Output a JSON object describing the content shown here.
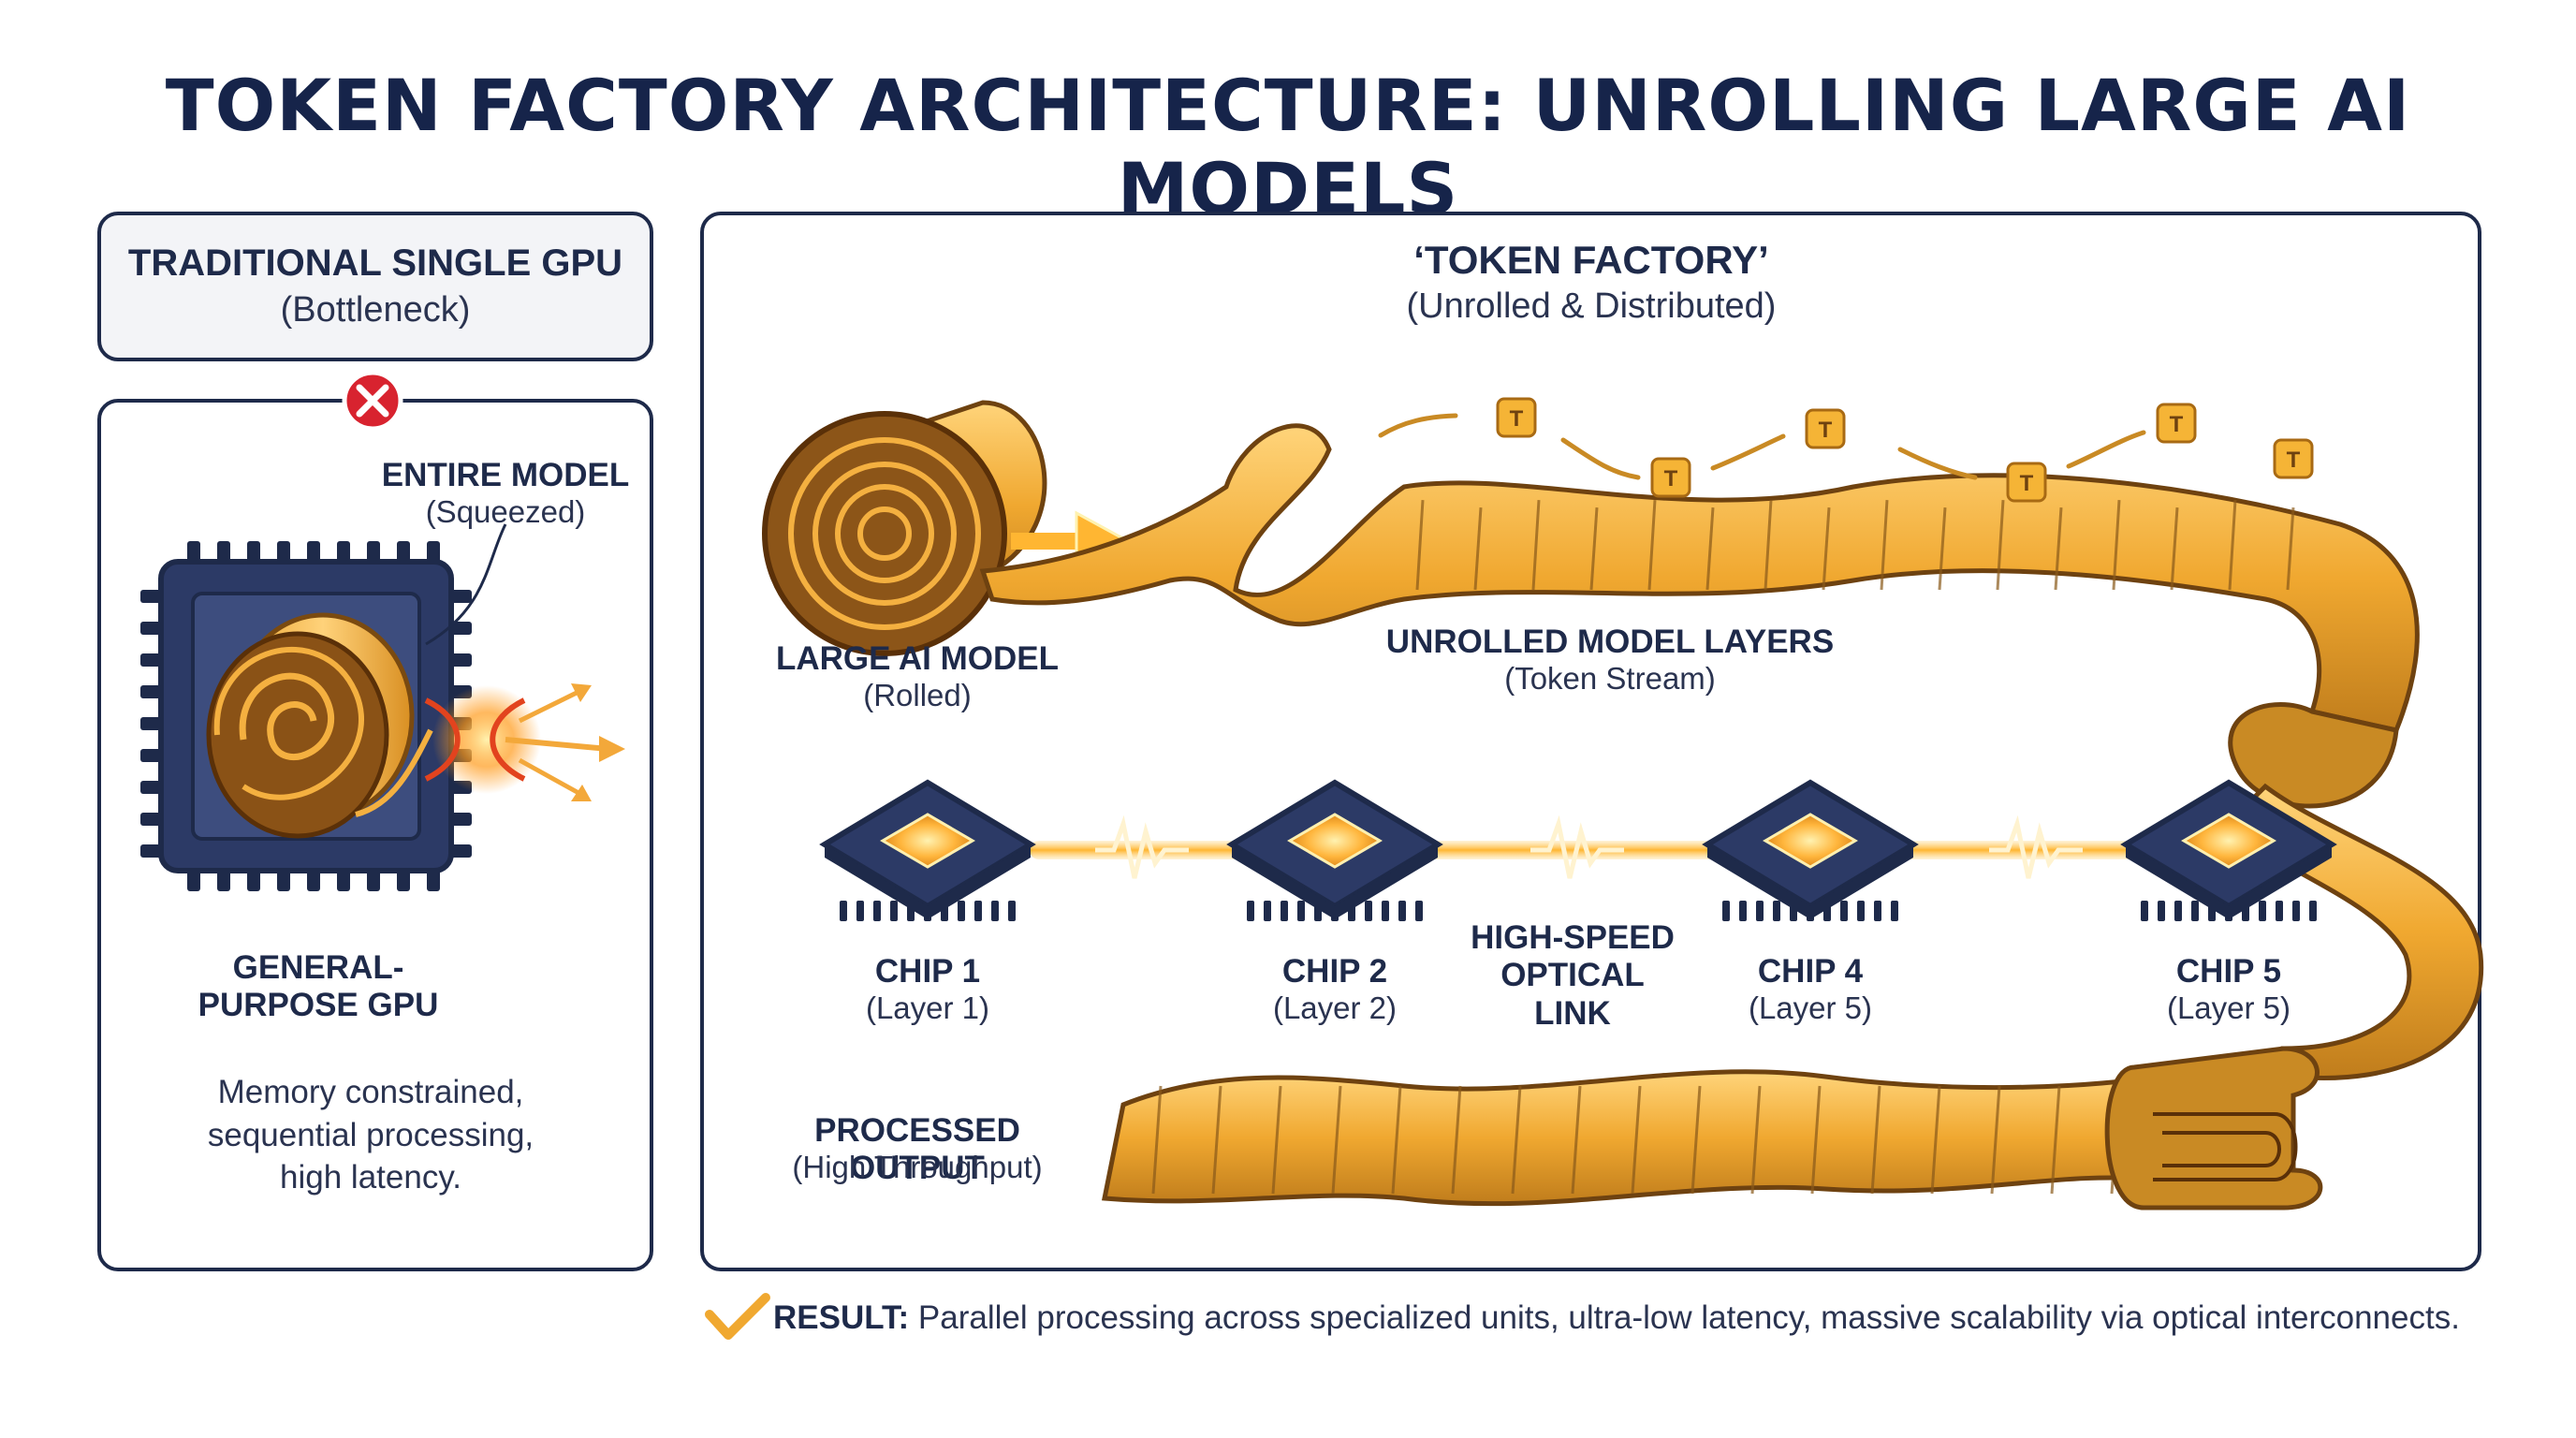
{
  "title": "TOKEN FACTORY ARCHITECTURE: UNROLLING LARGE AI MODELS",
  "left": {
    "header_title": "TRADITIONAL SINGLE GPU",
    "header_sub": "(Bottleneck)",
    "model_label": "ENTIRE MODEL",
    "model_sub": "(Squeezed)",
    "gpu_label": "GENERAL-PURPOSE GPU",
    "description": "Memory constrained, sequential processing, high latency."
  },
  "right": {
    "header_title": "‘TOKEN FACTORY’",
    "header_sub": "(Unrolled & Distributed)",
    "model_label": "LARGE AI MODEL",
    "model_sub": "(Rolled)",
    "stream_label": "UNROLLED MODEL LAYERS",
    "stream_sub": "(Token Stream)",
    "link_label": "HIGH-SPEED OPTICAL LINK",
    "output_label": "PROCESSED OUTPUT",
    "output_sub": "(High Throughput)",
    "token_letter": "T",
    "chips": [
      {
        "name": "CHIP 1",
        "layer": "(Layer 1)"
      },
      {
        "name": "CHIP 2",
        "layer": "(Layer 2)"
      },
      {
        "name": "CHIP 4",
        "layer": "(Layer 5)"
      },
      {
        "name": "CHIP 5",
        "layer": "(Layer 5)"
      }
    ]
  },
  "result": {
    "label": "RESULT:",
    "text": "Parallel processing across specialized units, ultra-low latency, massive scalability via optical interconnects."
  },
  "icons": {
    "error": "x-circle-icon",
    "check": "checkmark-icon",
    "arrow": "arrow-icon",
    "chip": "chip-icon",
    "signal": "signal-wave-icon",
    "token": "token-icon"
  },
  "colors": {
    "navy": "#1e2a4a",
    "gold": "#f0a830",
    "gold_dark": "#b5761a",
    "glow": "#ff9a1a",
    "error_red": "#d8232f"
  }
}
